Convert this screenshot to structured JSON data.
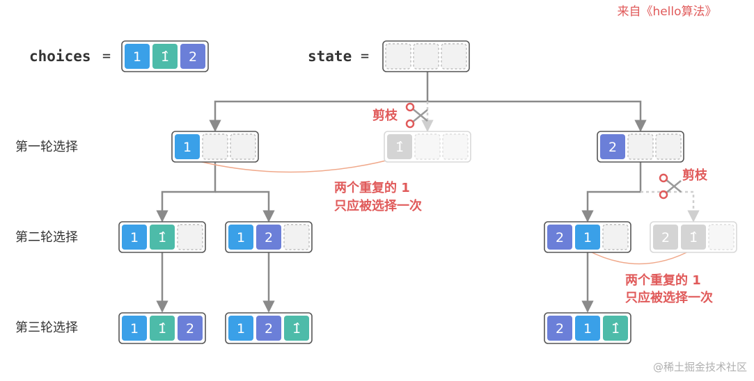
{
  "source": "来自《hello算法》",
  "watermark": "@稀土掘金技术社区",
  "choices_label": "choices",
  "state_label": "state",
  "equals": "=",
  "prune_label": "剪枝",
  "note_line1": "两个重复的 1",
  "note_line2": "只应被选择一次",
  "rounds": [
    "第一轮选择",
    "第二轮选择",
    "第三轮选择"
  ],
  "colors": {
    "one": "#3aa0e8",
    "one_hat": "#4dbba9",
    "two": "#6b7fd8",
    "faded": "#d4d4d4",
    "edge": "#8a8a8a",
    "accent": "#e05a5a"
  },
  "choices": [
    {
      "value": "1",
      "type": "one"
    },
    {
      "value": "1̂",
      "type": "one_hat"
    },
    {
      "value": "2",
      "type": "two"
    }
  ],
  "state": [
    "",
    "",
    ""
  ],
  "nodes": [
    {
      "id": "r1-1",
      "cells": [
        {
          "v": "1",
          "t": "one"
        },
        {
          "v": "",
          "t": "empty"
        },
        {
          "v": "",
          "t": "empty"
        }
      ]
    },
    {
      "id": "r1-1hat-pruned",
      "faded": true,
      "cells": [
        {
          "v": "1̂",
          "t": "faded"
        },
        {
          "v": "",
          "t": "empty"
        },
        {
          "v": "",
          "t": "empty"
        }
      ]
    },
    {
      "id": "r1-2",
      "cells": [
        {
          "v": "2",
          "t": "two"
        },
        {
          "v": "",
          "t": "empty"
        },
        {
          "v": "",
          "t": "empty"
        }
      ]
    },
    {
      "id": "r2-1-1hat",
      "cells": [
        {
          "v": "1",
          "t": "one"
        },
        {
          "v": "1̂",
          "t": "one_hat"
        },
        {
          "v": "",
          "t": "empty"
        }
      ]
    },
    {
      "id": "r2-1-2",
      "cells": [
        {
          "v": "1",
          "t": "one"
        },
        {
          "v": "2",
          "t": "two"
        },
        {
          "v": "",
          "t": "empty"
        }
      ]
    },
    {
      "id": "r2-2-1",
      "cells": [
        {
          "v": "2",
          "t": "two"
        },
        {
          "v": "1",
          "t": "one"
        },
        {
          "v": "",
          "t": "empty"
        }
      ]
    },
    {
      "id": "r2-2-1hat-pruned",
      "faded": true,
      "cells": [
        {
          "v": "2",
          "t": "faded"
        },
        {
          "v": "1̂",
          "t": "faded"
        },
        {
          "v": "",
          "t": "empty"
        }
      ]
    },
    {
      "id": "r3-1-1hat-2",
      "cells": [
        {
          "v": "1",
          "t": "one"
        },
        {
          "v": "1̂",
          "t": "one_hat"
        },
        {
          "v": "2",
          "t": "two"
        }
      ]
    },
    {
      "id": "r3-1-2-1hat",
      "cells": [
        {
          "v": "1",
          "t": "one"
        },
        {
          "v": "2",
          "t": "two"
        },
        {
          "v": "1̂",
          "t": "one_hat"
        }
      ]
    },
    {
      "id": "r3-2-1-1hat",
      "cells": [
        {
          "v": "2",
          "t": "two"
        },
        {
          "v": "1",
          "t": "one"
        },
        {
          "v": "1̂",
          "t": "one_hat"
        }
      ]
    }
  ]
}
